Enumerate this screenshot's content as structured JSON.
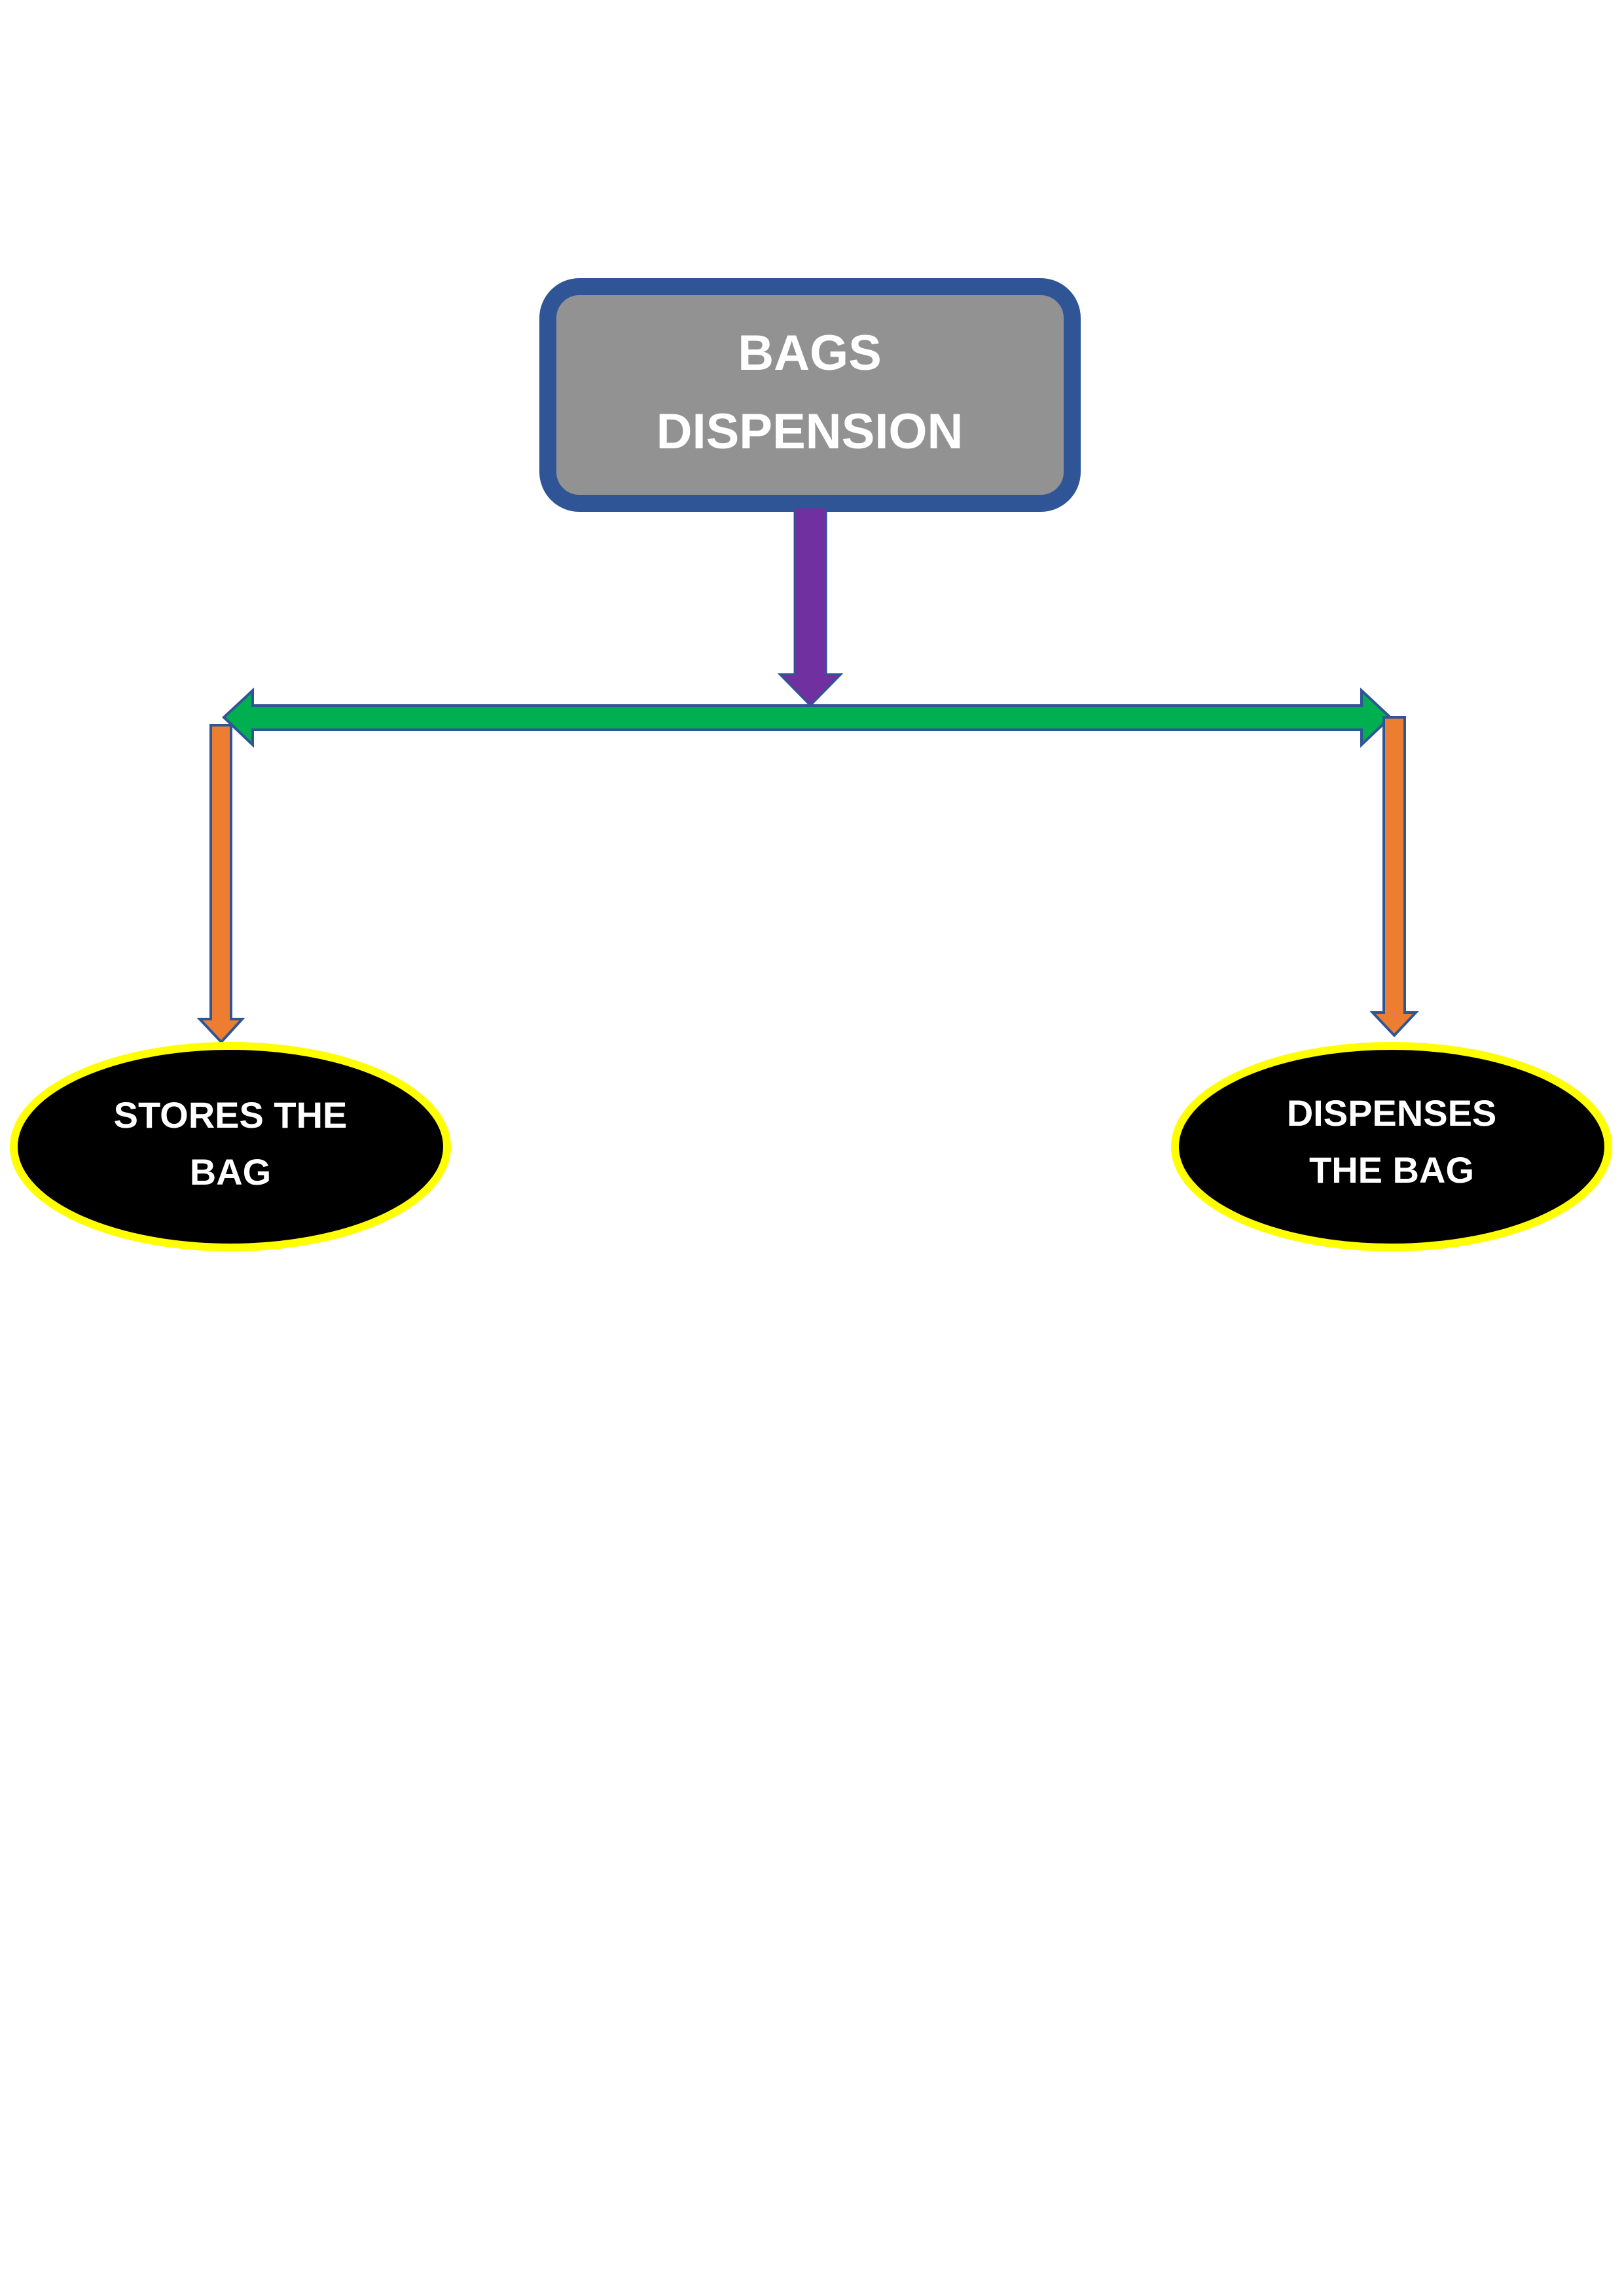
{
  "diagram": {
    "root": {
      "line1": "BAGS",
      "line2": "DISPENSION"
    },
    "left_node": {
      "line1": "STORES THE",
      "line2": "BAG"
    },
    "right_node": {
      "line1": "DISPENSES",
      "line2": "THE BAG"
    }
  },
  "colors": {
    "root_fill": "#929292",
    "root_border": "#2F5597",
    "down_arrow": "#7030A0",
    "horizontal_arrow": "#00B050",
    "branch_arrows": "#ED7D31",
    "branch_arrow_outline": "#2F5597",
    "node_fill": "#000000",
    "node_border": "#FFFF00",
    "text": "#FFFFFF"
  }
}
